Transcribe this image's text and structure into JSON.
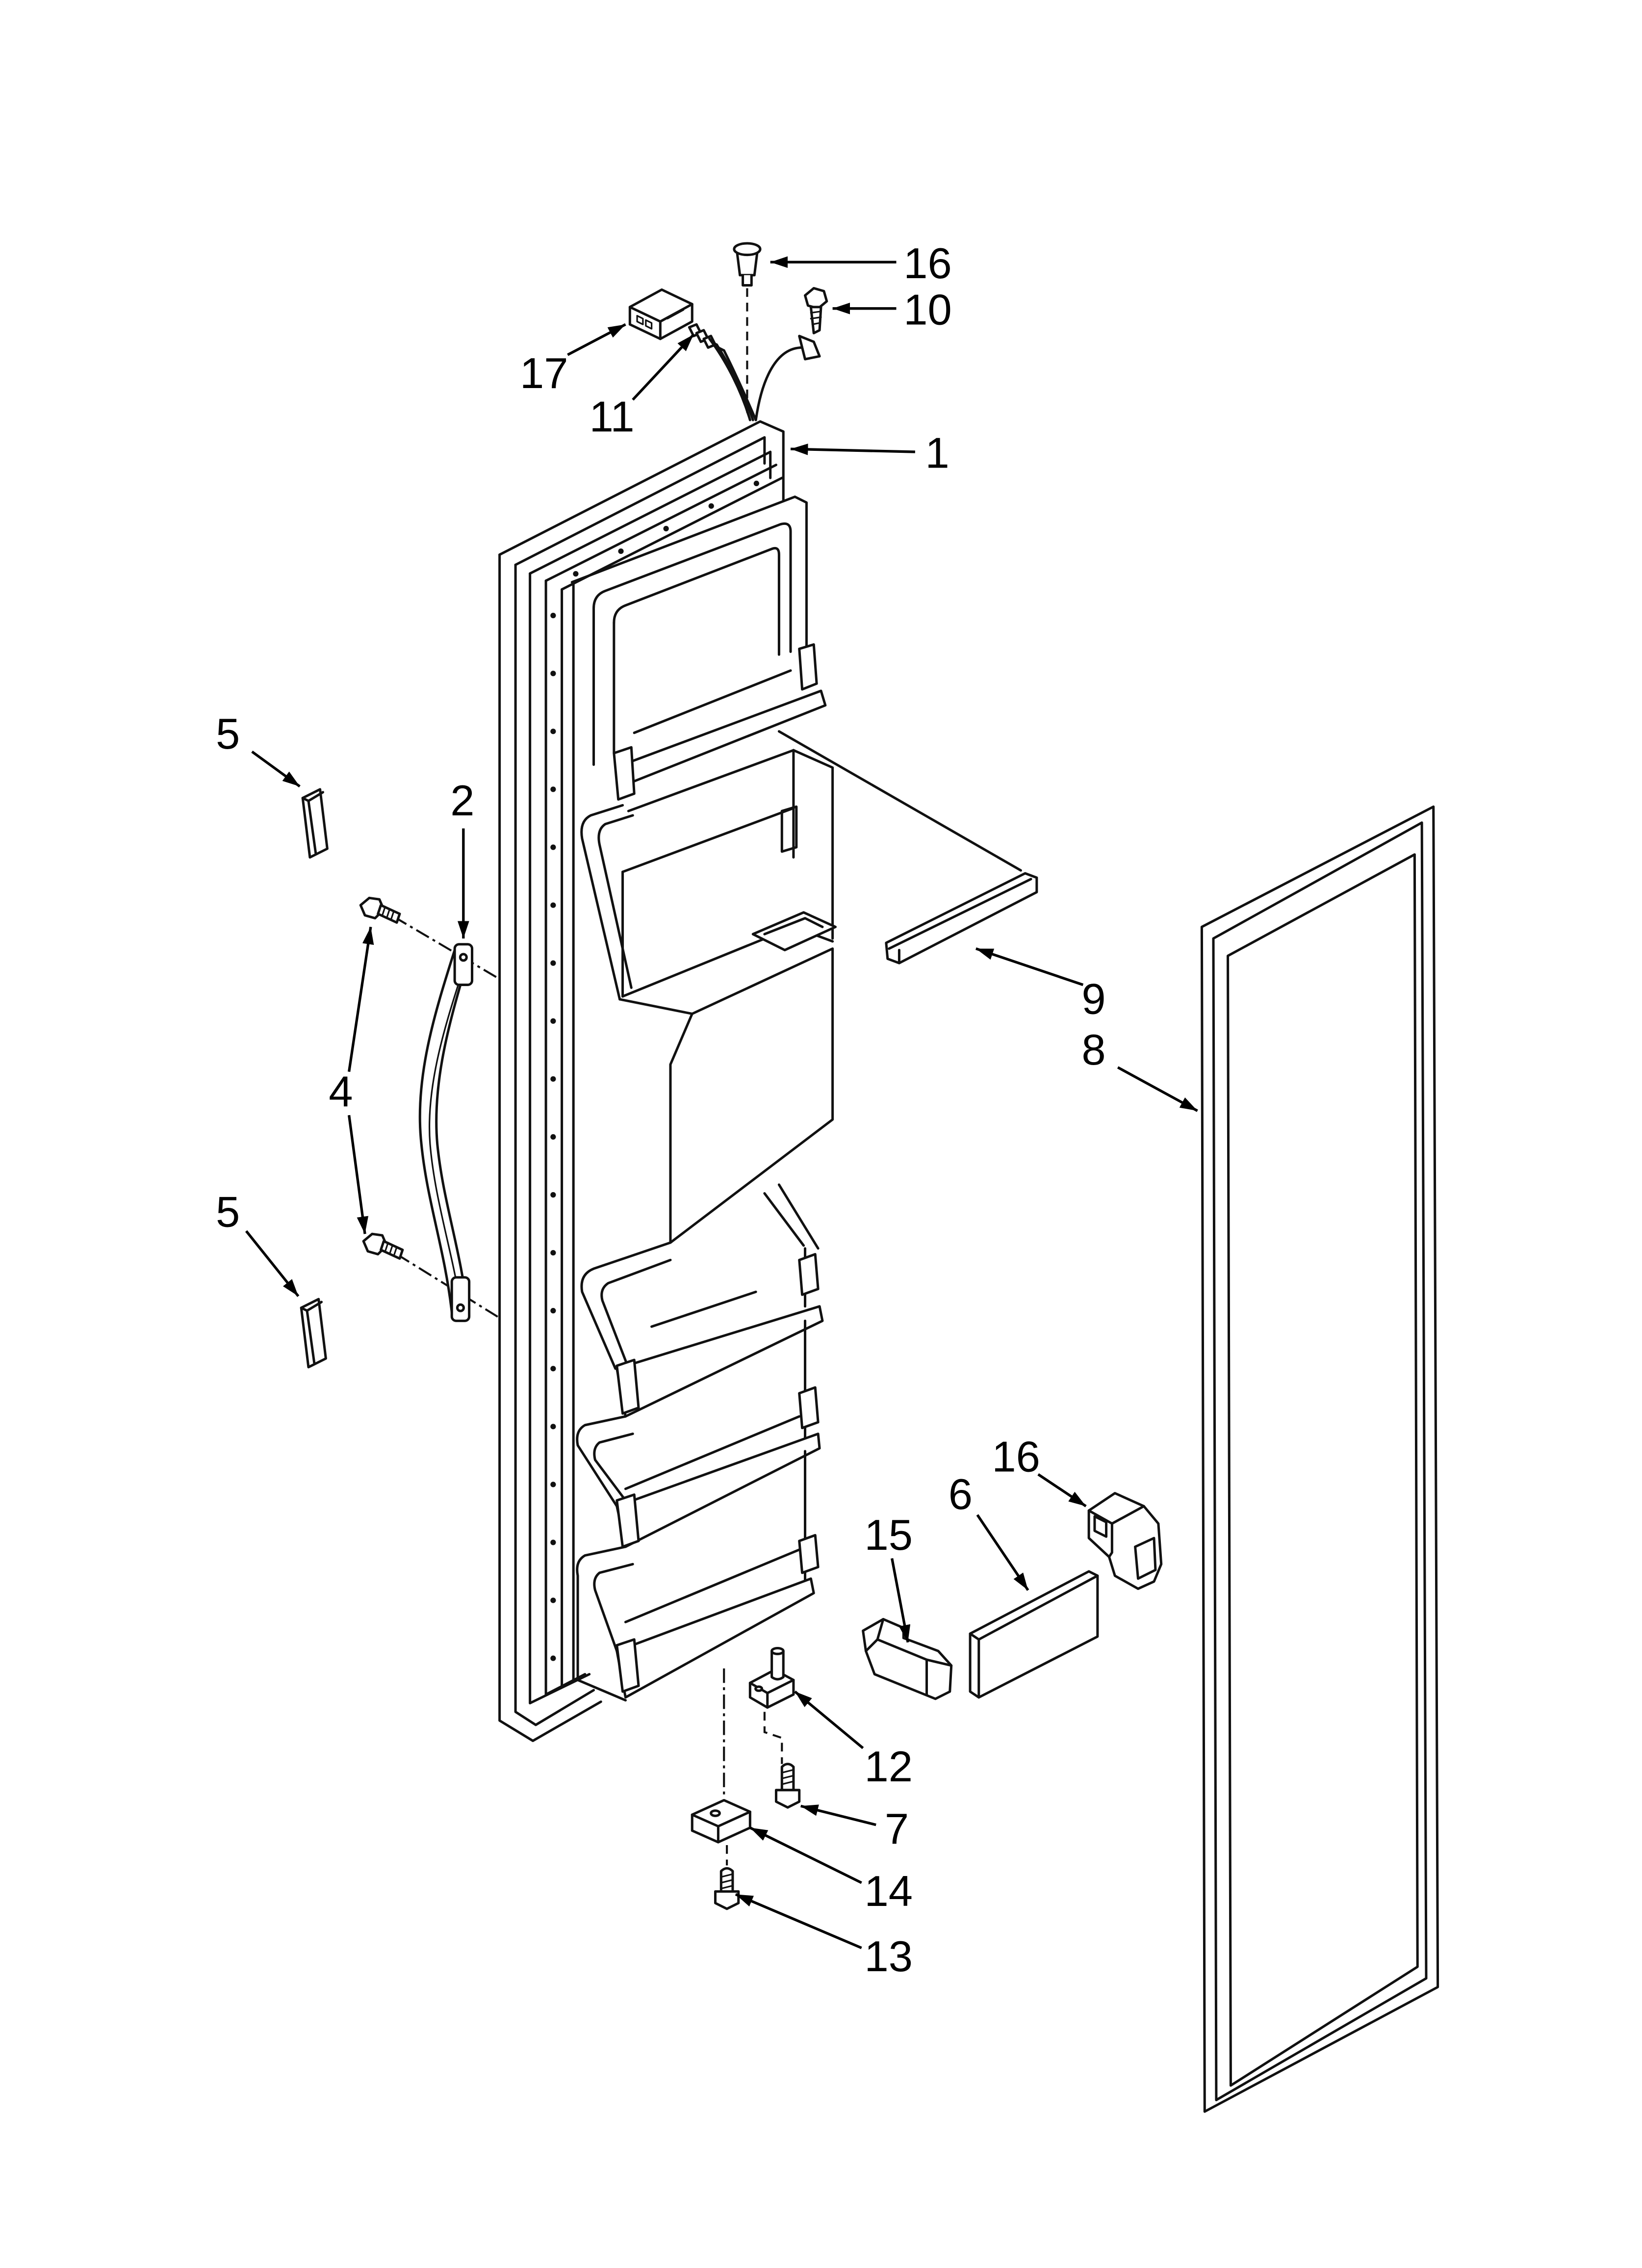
{
  "diagram": {
    "callouts": [
      "16",
      "10",
      "17",
      "11",
      "1",
      "5",
      "2",
      "4",
      "5",
      "9",
      "8",
      "16",
      "6",
      "15",
      "12",
      "7",
      "14",
      "13"
    ]
  }
}
